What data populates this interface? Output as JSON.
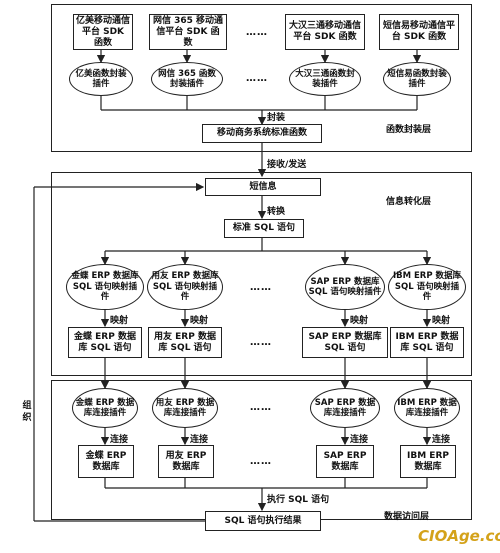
{
  "layers": {
    "function_encapsulation": "函数封装层",
    "info_conversion": "信息转化层",
    "data_access": "数据访问层"
  },
  "top_row": {
    "sdk_boxes": [
      "亿美移动通信平台 SDK 函数",
      "网信 365 移动通信平台 SDK 函数",
      "大汉三通移动通信平台 SDK 函数",
      "短信易移动通信平台 SDK 函数"
    ],
    "plugin_ellipses": [
      "亿美函数封装插件",
      "网信 365 函数封装插件",
      "大汉三通函数封装插件",
      "短信易函数封装插件"
    ],
    "ellipsis": "……",
    "encapsulate_label": "封装",
    "standard_functions": "移动商务系统标准函数"
  },
  "middle": {
    "recv_send_label": "接收/发送",
    "sms": "短信息",
    "convert_label": "转换",
    "standard_sql": "标准 SQL 语句",
    "mapping_plugins": [
      "金蝶 ERP 数据库 SQL 语句映射插件",
      "用友 ERP 数据库 SQL 语句映射插件",
      "SAP ERP 数据库 SQL 语句映射插件",
      "IBM ERP 数据库 SQL 语句映射插件"
    ],
    "map_label": "映射",
    "db_sql": [
      "金蝶 ERP 数据库 SQL 语句",
      "用友 ERP 数据库 SQL 语句",
      "SAP ERP 数据库 SQL 语句",
      "IBM ERP 数据库 SQL 语句"
    ],
    "ellipsis": "……"
  },
  "bottom": {
    "connect_plugins": [
      "金蝶 ERP 数据库连接插件",
      "用友 ERP 数据库连接插件",
      "SAP ERP 数据库连接插件",
      "IBM ERP 数据库连接插件"
    ],
    "connect_label": "连接",
    "databases": [
      "金蝶 ERP 数据库",
      "用友 ERP 数据库",
      "SAP ERP 数据库",
      "IBM ERP 数据库"
    ],
    "ellipsis": "……",
    "execute_label": "执行 SQL 语句",
    "result": "SQL 语句执行结果"
  },
  "side_label": "组织",
  "watermark": "CIOAge.com"
}
